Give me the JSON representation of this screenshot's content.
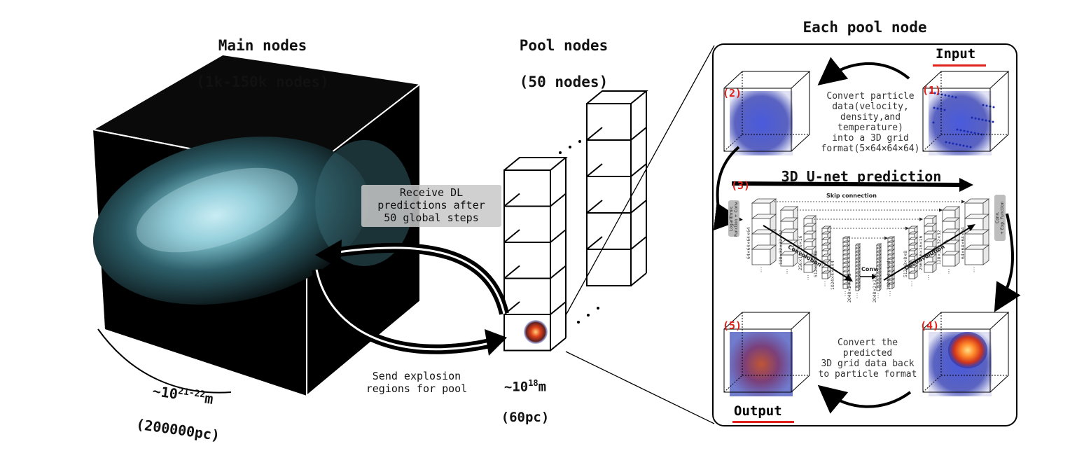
{
  "main_nodes": {
    "title": "Main nodes",
    "subtitle": "(1k-150k nodes)",
    "scale": "~10",
    "scale_exp": "21-22",
    "scale_unit": "m",
    "scale_pc": "(200000pc)"
  },
  "pool_nodes": {
    "title": "Pool nodes",
    "subtitle": "(50 nodes)",
    "scale": "~10",
    "scale_exp": "18",
    "scale_unit": "m",
    "scale_pc": "(60pc)"
  },
  "each_pool": {
    "title": "Each pool node"
  },
  "arrows": {
    "receive": "Receive DL\npredictions after\n50 global steps",
    "send": "Send explosion\nregions for pool"
  },
  "steps": {
    "input_label": "Input",
    "output_label": "Output",
    "s1": "(1)",
    "s2": "(2)",
    "s3": "(3)",
    "s4": "(4)",
    "s5": "(5)",
    "convert_to_grid": "Convert particle\ndata(velocity,\ndensity,and\ntemperature)\ninto a 3D grid\nformat(5×64×64×64)",
    "convert_back": "Convert the\npredicted\n3D grid data back\nto particle format"
  },
  "unet": {
    "title": "3D U-net prediction",
    "skip": "Skip connection",
    "convolution": "Convolution",
    "deconvolution": "Deconvolution",
    "conv": "Conv.",
    "left_fn": "Logarithmic\nFunction + Conv.",
    "right_fn": "Conv.\n+ Exp. Function",
    "dims": [
      "64×64×64×64",
      "128×32×32×32",
      "256×16×16×16",
      "512×8×8×8",
      "1024×4×4×4",
      "2048×2×2×2",
      "2048×2×2×2",
      "1024×4×4×4",
      "512×8×8×8",
      "256×16×16×16",
      "128×32×32×32",
      "64×64×64×64"
    ]
  },
  "colors": {
    "accent_red": "#e0201a",
    "galaxy": "#8fd3e0",
    "grid_blue": "#1e2fb0"
  }
}
